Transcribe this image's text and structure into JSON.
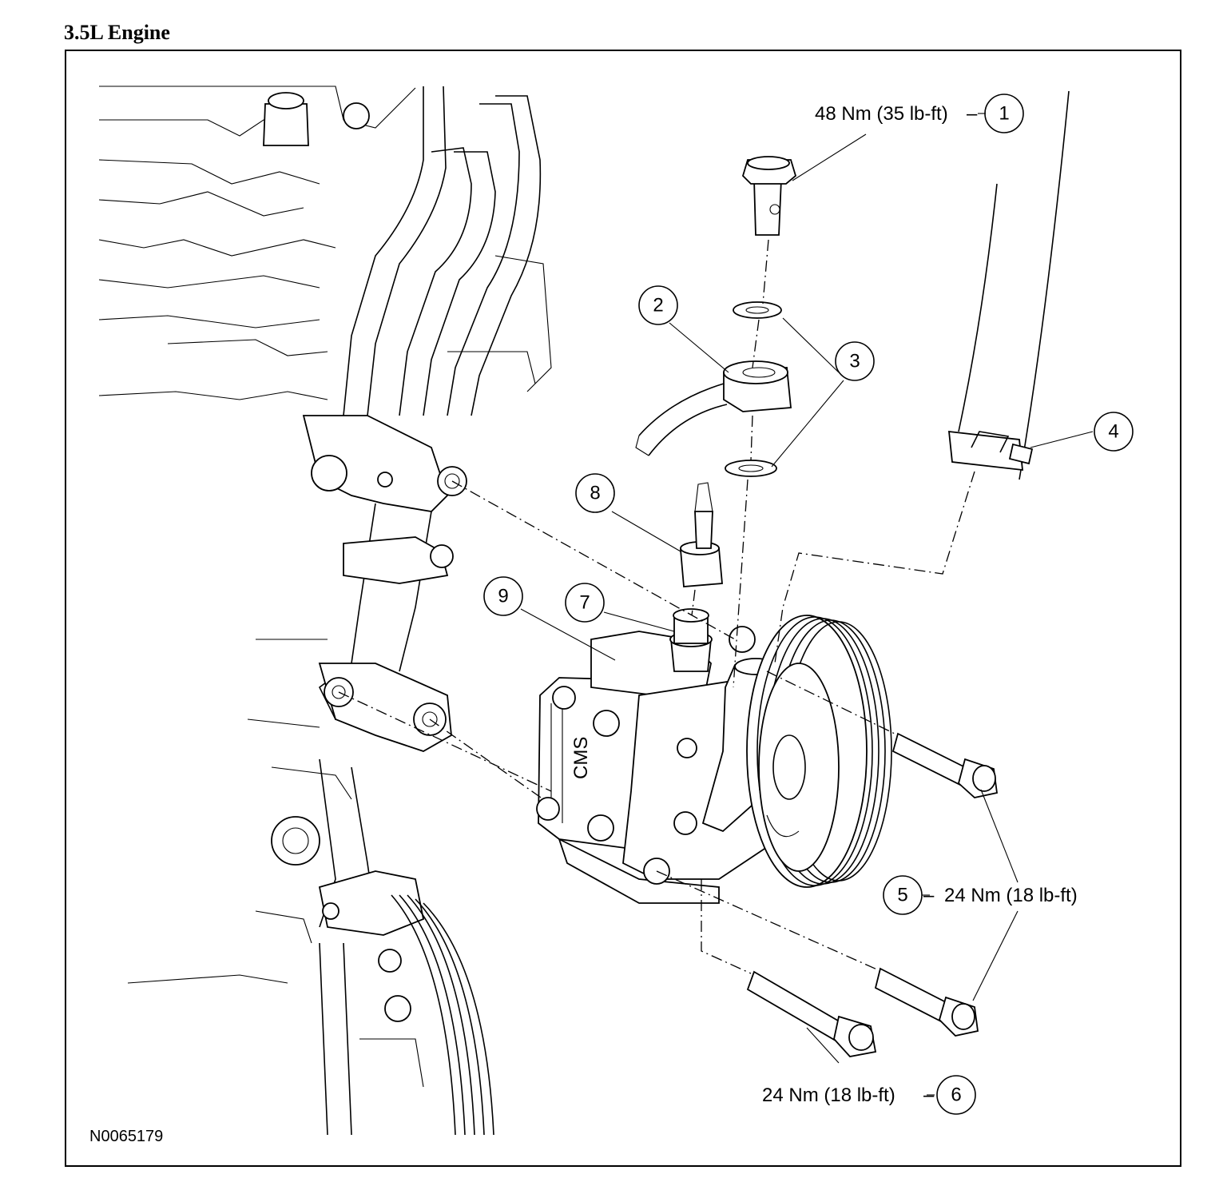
{
  "title": "3.5L Engine",
  "figure_id": "N0065179",
  "callouts": [
    {
      "id": "1",
      "number": "1",
      "torque": "48 Nm (35 lb-ft)"
    },
    {
      "id": "2",
      "number": "2",
      "torque": ""
    },
    {
      "id": "3",
      "number": "3",
      "torque": ""
    },
    {
      "id": "4",
      "number": "4",
      "torque": ""
    },
    {
      "id": "5",
      "number": "5",
      "torque": "24 Nm (18 lb-ft)"
    },
    {
      "id": "6",
      "number": "6",
      "torque": "24 Nm (18 lb-ft)"
    },
    {
      "id": "7",
      "number": "7",
      "torque": ""
    },
    {
      "id": "8",
      "number": "8",
      "torque": ""
    },
    {
      "id": "9",
      "number": "9",
      "torque": ""
    }
  ],
  "casting_mark": "CMS"
}
